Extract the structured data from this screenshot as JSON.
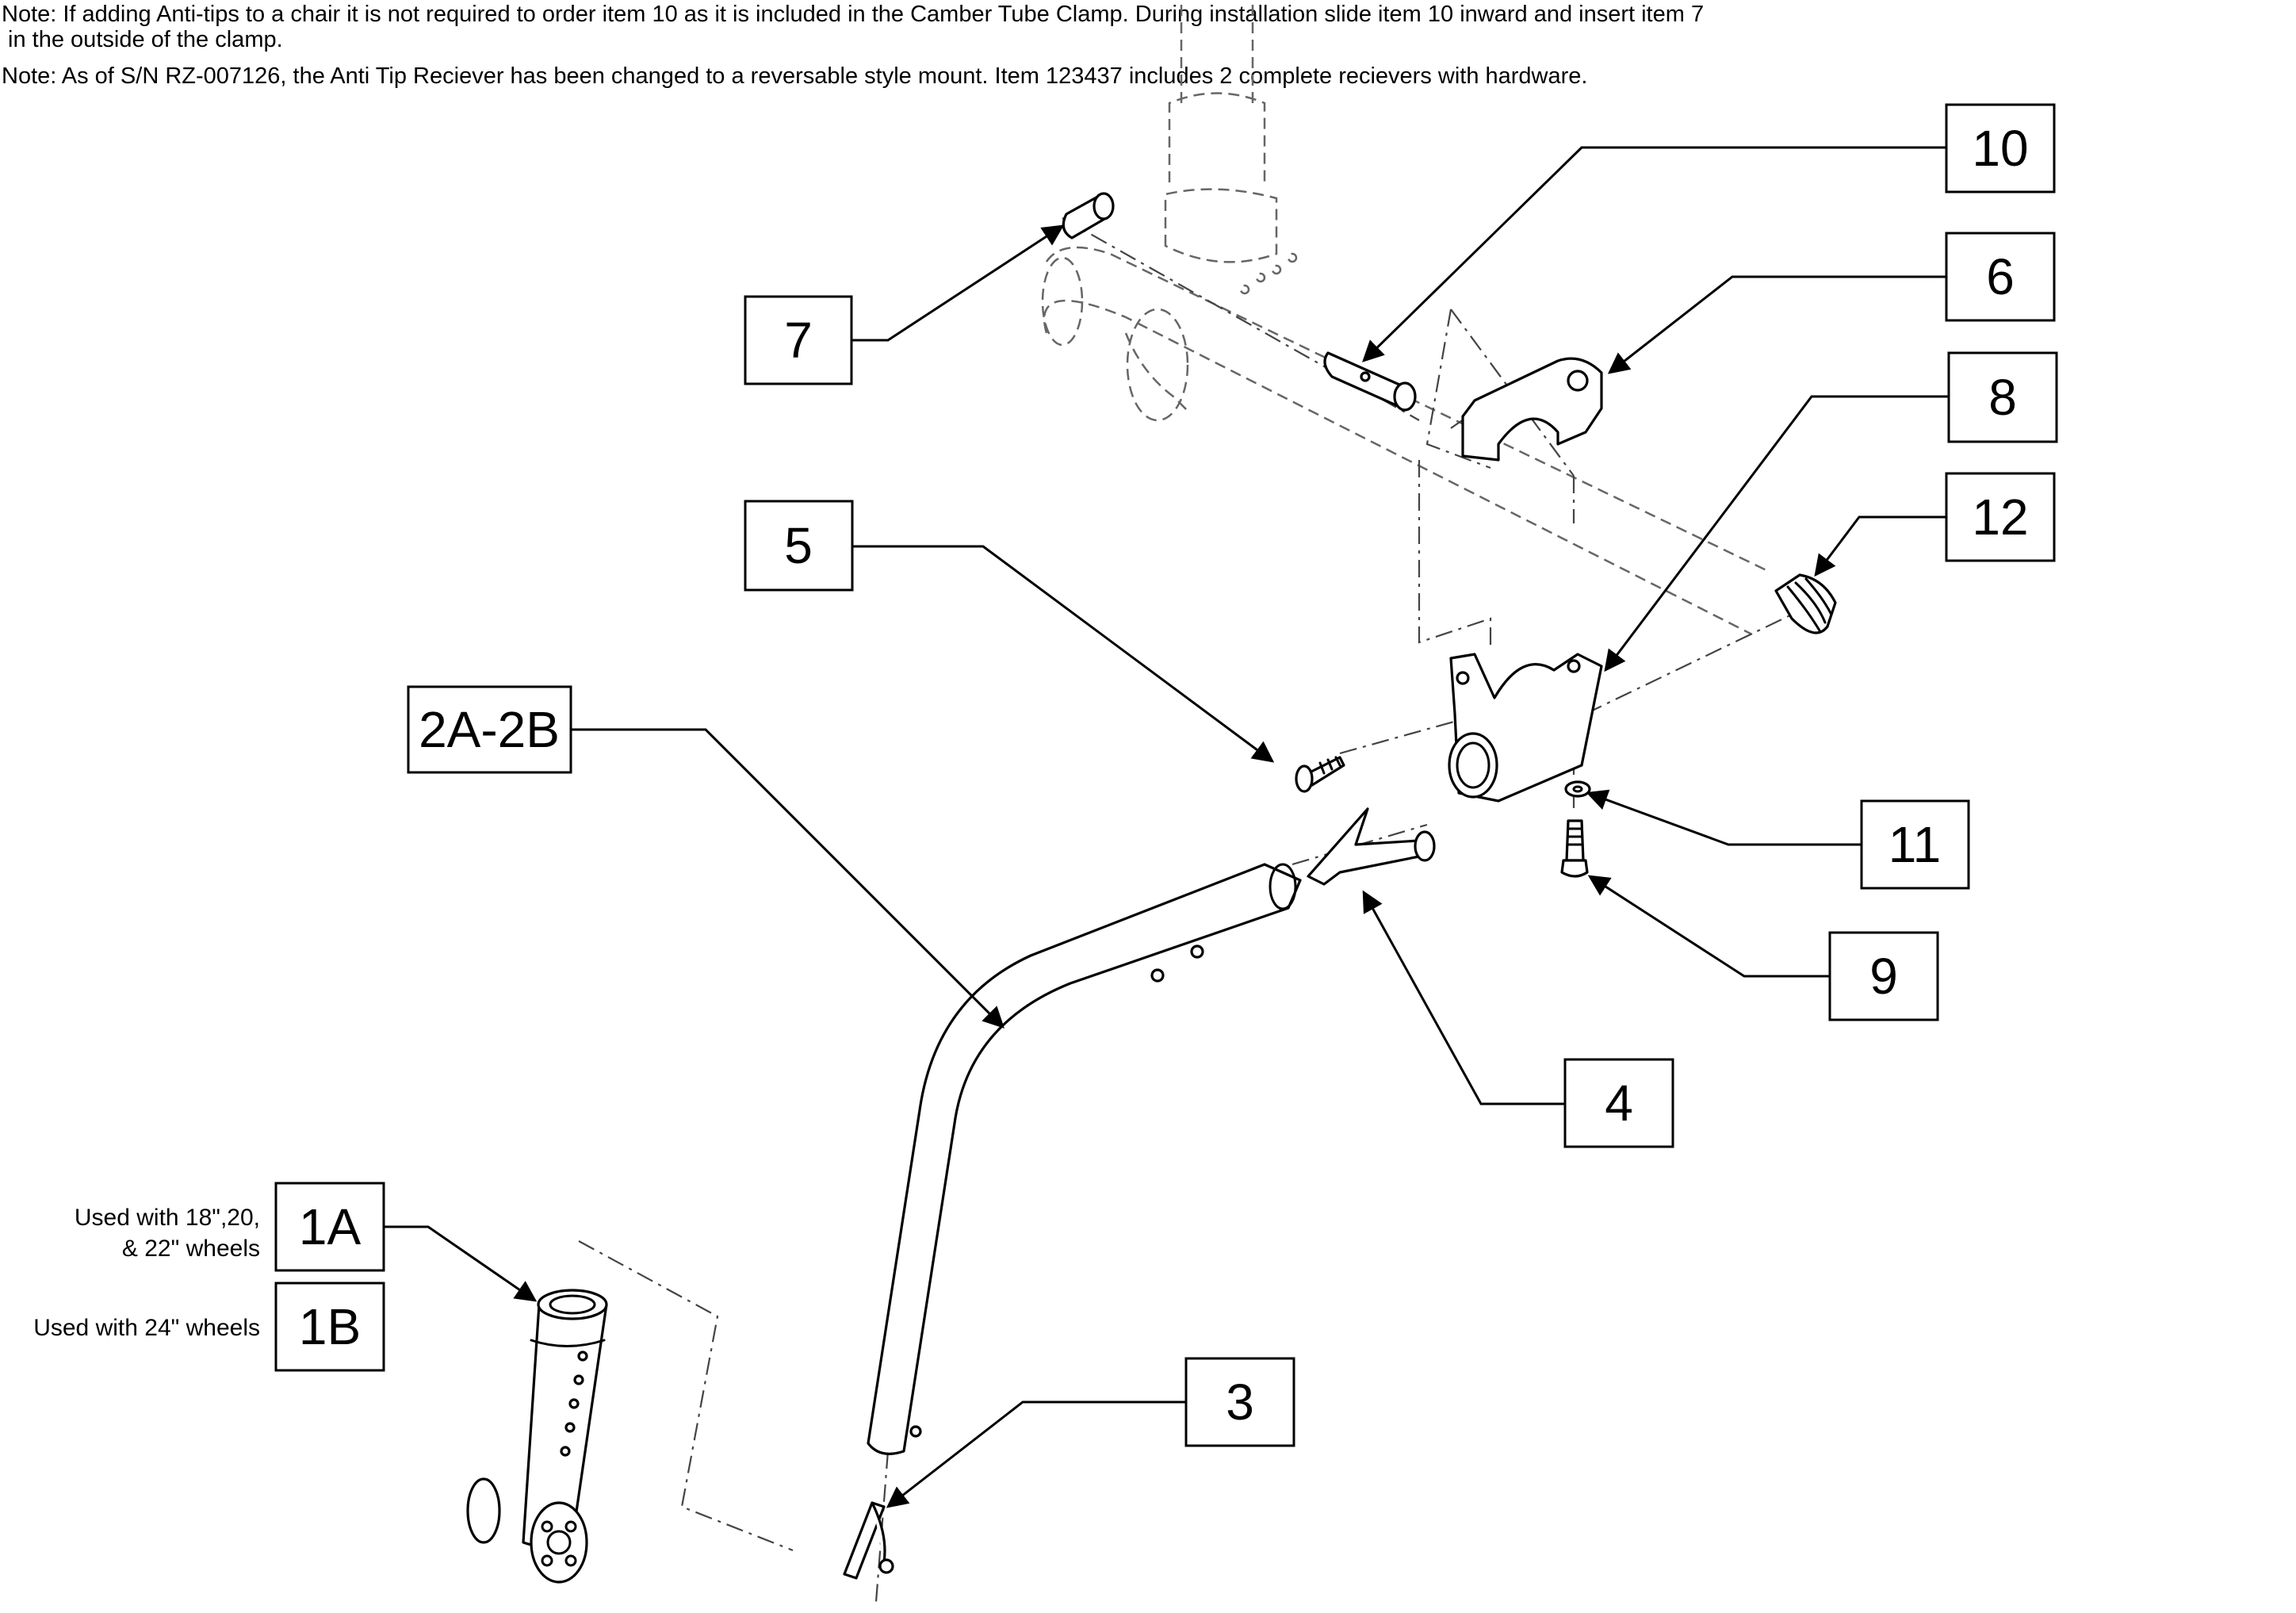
{
  "notes": [
    "Note: If adding Anti-tips to a chair it is not required to order item 10 as it is included in the Camber Tube Clamp. During installation slide item 10 inward and insert item 7",
    " in the outside of the clamp.",
    "Note: As of S/N RZ-007126, the Anti Tip Reciever has been changed to a reversable style mount. Item 123437 includes 2 complete recievers with hardware."
  ],
  "callouts": {
    "c10": "10",
    "c6": "6",
    "c7": "7",
    "c8": "8",
    "c12": "12",
    "c5": "5",
    "c2": "2A-2B",
    "c11": "11",
    "c9": "9",
    "c4": "4",
    "c1a": "1A",
    "c1b": "1B",
    "c3": "3"
  },
  "side_labels": {
    "used_1a_line1": "Used with 18\",20,",
    "used_1a_line2": "& 22\" wheels",
    "used_1b": "Used with 24\" wheels"
  }
}
